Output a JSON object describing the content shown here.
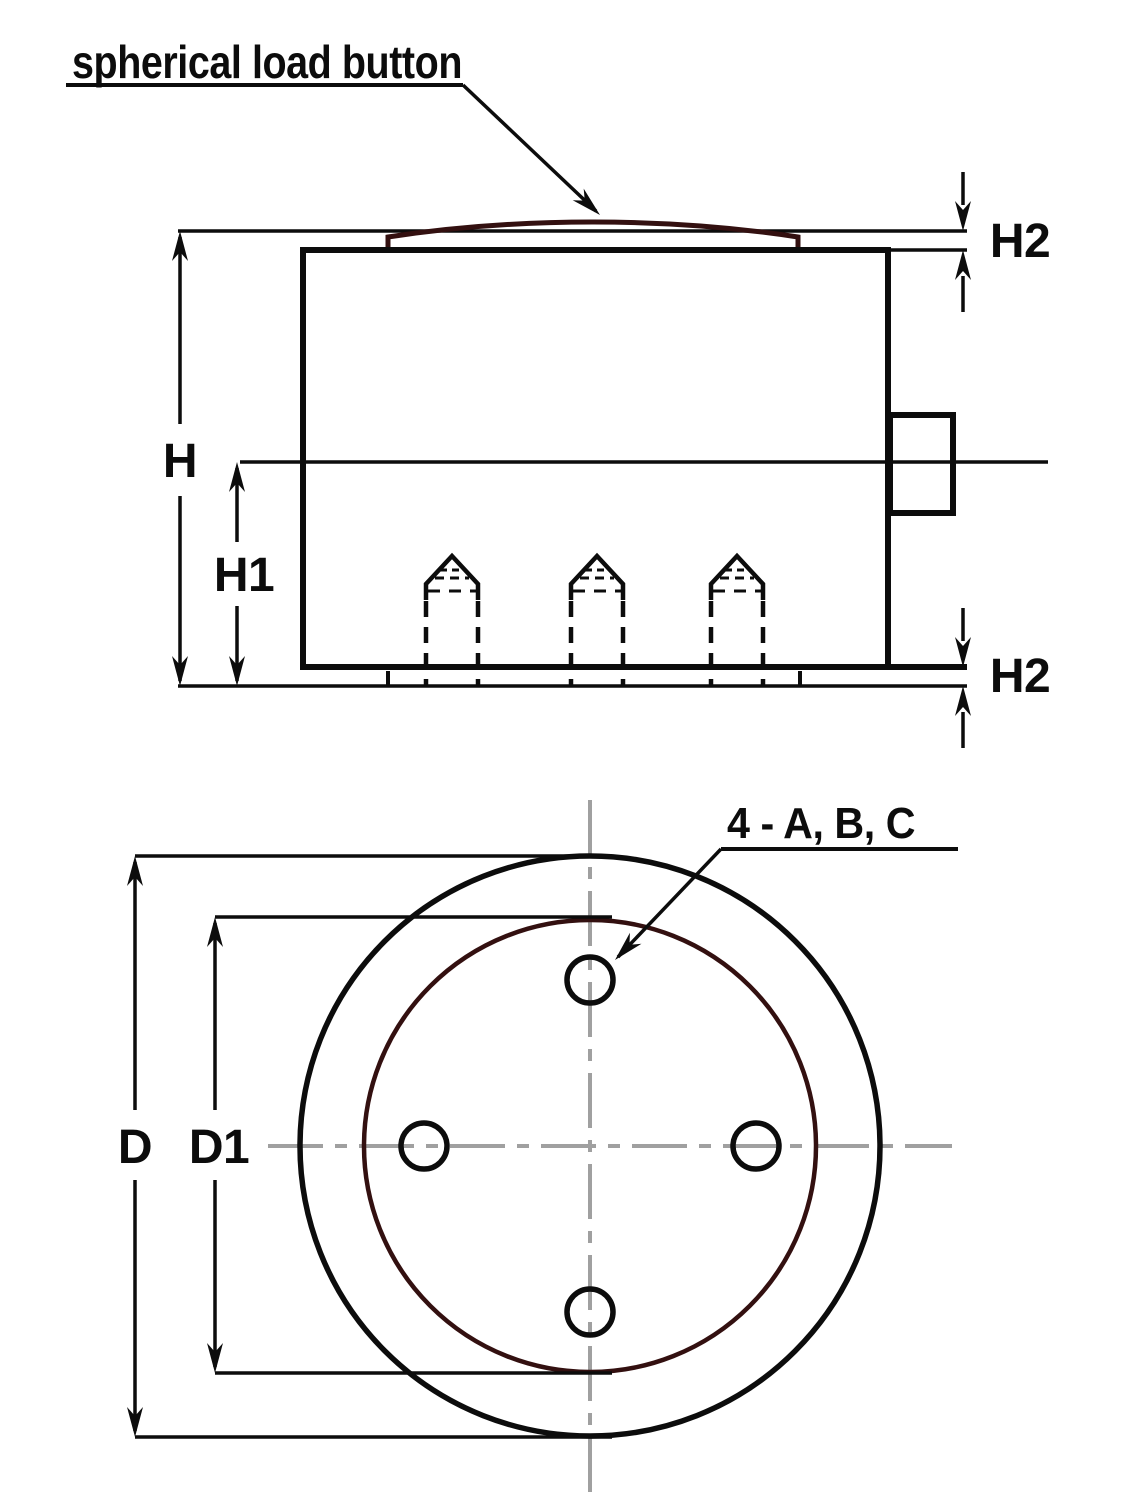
{
  "colors": {
    "line": "#0c0c0c",
    "maroon": "#331010",
    "centerline": "#a0a0a0",
    "background": "#ffffff"
  },
  "side_view": {
    "callout_load_button": "spherical load button",
    "dim_total_height": "H",
    "dim_center_height": "H1",
    "dim_top_button_height": "H2",
    "dim_bottom_boss_height": "H2"
  },
  "bottom_view": {
    "callout_holes": "4 - A, B, C",
    "dim_outer_diameter": "D",
    "dim_bolt_circle_diameter": "D1"
  }
}
